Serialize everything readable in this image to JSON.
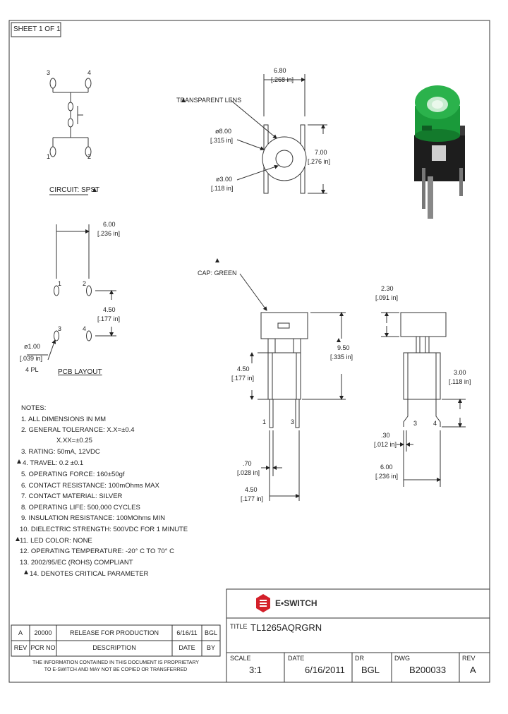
{
  "sheet_label": "SHEET 1 OF 1",
  "circuit": {
    "label": "CIRCUIT: SPST",
    "pins": [
      "3",
      "4",
      "1",
      "2"
    ]
  },
  "front_view": {
    "lens_label": "TRANSPARENT LENS",
    "width_mm": "6.80",
    "width_in": "[.268 in]",
    "height_mm": "7.00",
    "height_in": "[.276 in]",
    "outer_dia_mm": "ø8.00",
    "outer_dia_in": "[.315 in]",
    "inner_dia_mm": "ø3.00",
    "inner_dia_in": "[.118 in]"
  },
  "pcb_layout": {
    "label": "PCB LAYOUT",
    "spacing_x_mm": "6.00",
    "spacing_x_in": "[.236 in]",
    "spacing_y_mm": "4.50",
    "spacing_y_in": "[.177 in]",
    "hole_dia_mm": "ø1.00",
    "hole_dia_in": "[.039 in]",
    "hole_qty": "4 PL",
    "pins": [
      "1",
      "2",
      "3",
      "4"
    ]
  },
  "side_view": {
    "cap_label": "CAP: GREEN",
    "total_h_mm": "9.50",
    "total_h_in": "[.335 in]",
    "body_h_mm": "4.50",
    "body_h_in": "[.177 in]",
    "lead_w_mm": ".70",
    "lead_w_in": "[.028 in]",
    "lead_span_mm": "4.50",
    "lead_span_in": "[.177 in]",
    "pins": [
      "1",
      "3"
    ]
  },
  "end_view": {
    "cap_h_mm": "2.30",
    "cap_h_in": "[.091 in]",
    "lead_h_mm": "3.00",
    "lead_h_in": "[.118 in]",
    "lead_t_mm": ".30",
    "lead_t_in": "[.012 in]",
    "lead_span_mm": "6.00",
    "lead_span_in": "[.236 in]",
    "pins": [
      "3",
      "4"
    ]
  },
  "notes": {
    "heading": "NOTES:",
    "items": [
      "1. ALL DIMENSIONS IN MM",
      "2. GENERAL TOLERANCE: X.X=±0.4",
      "X.XX=±0.25",
      "3. RATING: 50mA, 12VDC",
      "4. TRAVEL: 0.2 ±0.1",
      "5. OPERATING FORCE: 160±50gf",
      "6. CONTACT RESISTANCE: 100mOhms MAX",
      "7. CONTACT MATERIAL: SILVER",
      "8. OPERATING LIFE: 500,000 CYCLES",
      "9. INSULATION RESISTANCE: 100MOhms MIN",
      "10. DIELECTRIC STRENGTH: 500VDC FOR 1 MINUTE",
      "11. LED COLOR: NONE",
      "12. OPERATING TEMPERATURE: -20° C TO 70° C",
      "13. 2002/95/EC (ROHS) COMPLIANT",
      "14. DENOTES CRITICAL PARAMETER"
    ]
  },
  "revision_table": {
    "row": {
      "rev": "A",
      "pcr": "20000",
      "description": "RELEASE FOR PRODUCTION",
      "date": "6/16/11",
      "by": "BGL"
    },
    "headers": {
      "rev": "REV",
      "pcr": "PCR NO",
      "description": "DESCRIPTION",
      "date": "DATE",
      "by": "BY"
    },
    "proprietary_line1": "THE INFORMATION CONTAINED IN THIS DOCUMENT IS PROPRIETARY",
    "proprietary_line2": "TO E-SWITCH AND MAY NOT BE COPIED OR TRANSFERRED"
  },
  "title_block": {
    "logo_text": "E•SWITCH",
    "title_label": "TITLE",
    "title_value": "TL1265AQRGRN",
    "scale_label": "SCALE",
    "scale_value": "3:1",
    "date_label": "DATE",
    "date_value": "6/16/2011",
    "dr_label": "DR",
    "dr_value": "BGL",
    "dwg_label": "DWG",
    "dwg_value": "B200033",
    "rev_label": "REV",
    "rev_value": "A"
  },
  "colors": {
    "line": "#333333",
    "cap_green": "#1a9a3a",
    "logo_red": "#d4202a"
  }
}
